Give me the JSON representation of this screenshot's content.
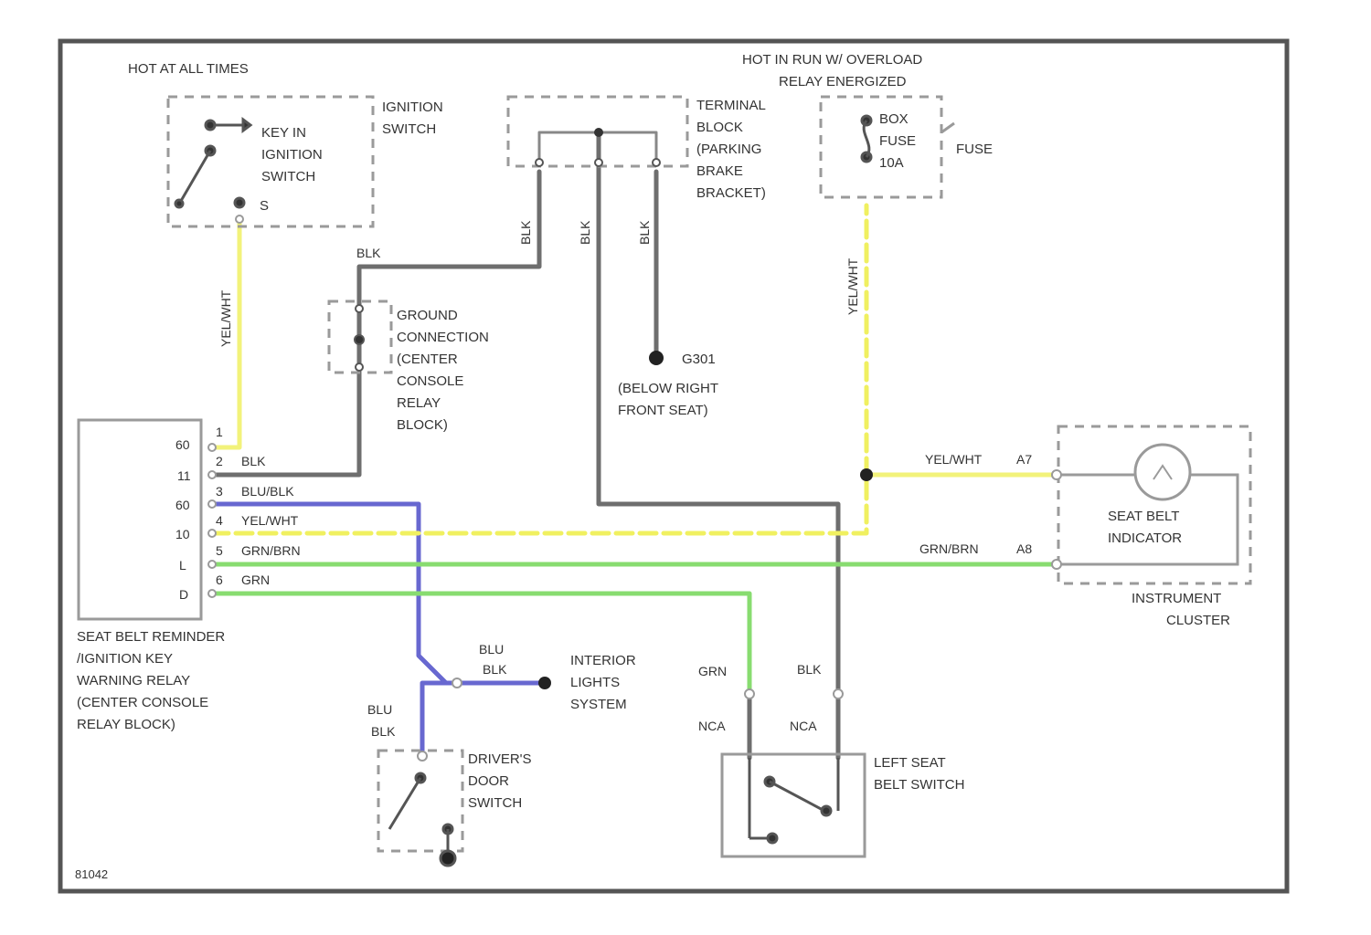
{
  "labels": {
    "hot_at_all_times": "HOT AT ALL TIMES",
    "ignition_switch": [
      "IGNITION",
      "SWITCH"
    ],
    "key_in_ignition": [
      "KEY IN",
      "IGNITION",
      "SWITCH"
    ],
    "key_in_pin": "S",
    "terminal_block": [
      "TERMINAL",
      "BLOCK",
      "(PARKING",
      "BRAKE",
      "BRACKET)"
    ],
    "hot_in_run": [
      "HOT IN RUN W/ OVERLOAD",
      "RELAY ENERGIZED"
    ],
    "fuse_box": [
      "BOX",
      "FUSE",
      "10A"
    ],
    "fuse_label": "FUSE",
    "ground_connection": [
      "GROUND",
      "CONNECTION",
      "(CENTER",
      "CONSOLE",
      "RELAY",
      "BLOCK)"
    ],
    "ground_g301": "G301",
    "ground_g301_loc": [
      "(BELOW RIGHT",
      "FRONT SEAT)"
    ],
    "relay_block": [
      "SEAT BELT REMINDER",
      "/IGNITION KEY",
      "WARNING RELAY",
      "(CENTER CONSOLE",
      "RELAY BLOCK)"
    ],
    "seat_belt_indicator": [
      "SEAT BELT",
      "INDICATOR"
    ],
    "instrument_cluster": [
      "INSTRUMENT",
      "CLUSTER"
    ],
    "interior_lights": [
      "INTERIOR",
      "LIGHTS",
      "SYSTEM"
    ],
    "drivers_door": [
      "DRIVER'S",
      "DOOR",
      "SWITCH"
    ],
    "left_seat_belt": [
      "LEFT SEAT",
      "BELT SWITCH"
    ],
    "diagram_id": "81042"
  },
  "wire_labels": {
    "yel_wht_left": "YEL/WHT",
    "yel_wht_right": "YEL/WHT",
    "blk_ground": "BLK",
    "blk_tb1": "BLK",
    "blk_tb2": "BLK",
    "blk_tb3": "BLK",
    "yel_wht_a7": "YEL/WHT",
    "a7": "A7",
    "grn_brn_a8": "GRN/BRN",
    "a8": "A8",
    "blu_blk_top": [
      "BLU",
      "BLK"
    ],
    "blu_blk_door": [
      "BLU",
      "BLK"
    ],
    "grn": "GRN",
    "blk_seat": "BLK",
    "nca_left": "NCA",
    "nca_right": "NCA"
  },
  "relay_pins": [
    {
      "num": "1",
      "term": "",
      "wire": ""
    },
    {
      "num": "2",
      "term": "11",
      "wire": "BLK"
    },
    {
      "num": "3",
      "term": "60",
      "wire": "BLU/BLK"
    },
    {
      "num": "4",
      "term": "10",
      "wire": "YEL/WHT"
    },
    {
      "num": "5",
      "term": "L",
      "wire": "GRN/BRN"
    },
    {
      "num": "6",
      "term": "D",
      "wire": "GRN"
    }
  ],
  "relay_top_term": "60",
  "colors": {
    "yellow": "#f2f27a",
    "yellow_dashed": "#e8e840",
    "gray": "#6e6e6e",
    "blue": "#6868d0",
    "green": "#88dc70",
    "box": "#9a9a9a",
    "frame": "#555555"
  }
}
